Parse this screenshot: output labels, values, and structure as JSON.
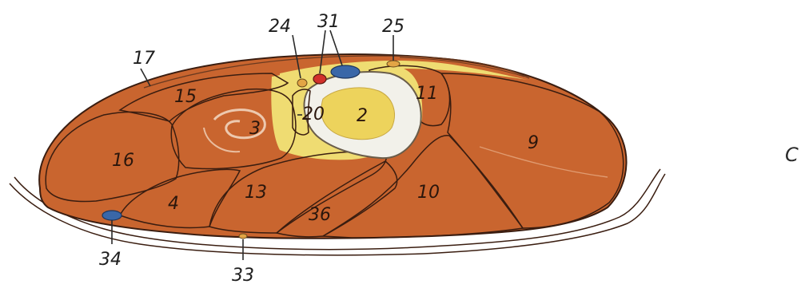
{
  "figure": {
    "panel_label": "C",
    "colors": {
      "muscle": "#c9652f",
      "muscle_dark": "#b8552a",
      "fat": "#efdc72",
      "bone_cortex": "#f2f1ea",
      "marrow": "#edd35c",
      "artery": "#d2312b",
      "vein": "#3a67a8",
      "skin": "#ffffff",
      "outline": "#3a1d10"
    },
    "labels": {
      "n2": "2",
      "n3": "3",
      "n4": "4",
      "n9": "9",
      "n10": "10",
      "n11": "11",
      "n13": "13",
      "n15": "15",
      "n16": "16",
      "n17": "17",
      "n20": "20",
      "n24": "24",
      "n25": "25",
      "n31": "31",
      "n33": "33",
      "n34": "34",
      "n36": "36"
    }
  }
}
